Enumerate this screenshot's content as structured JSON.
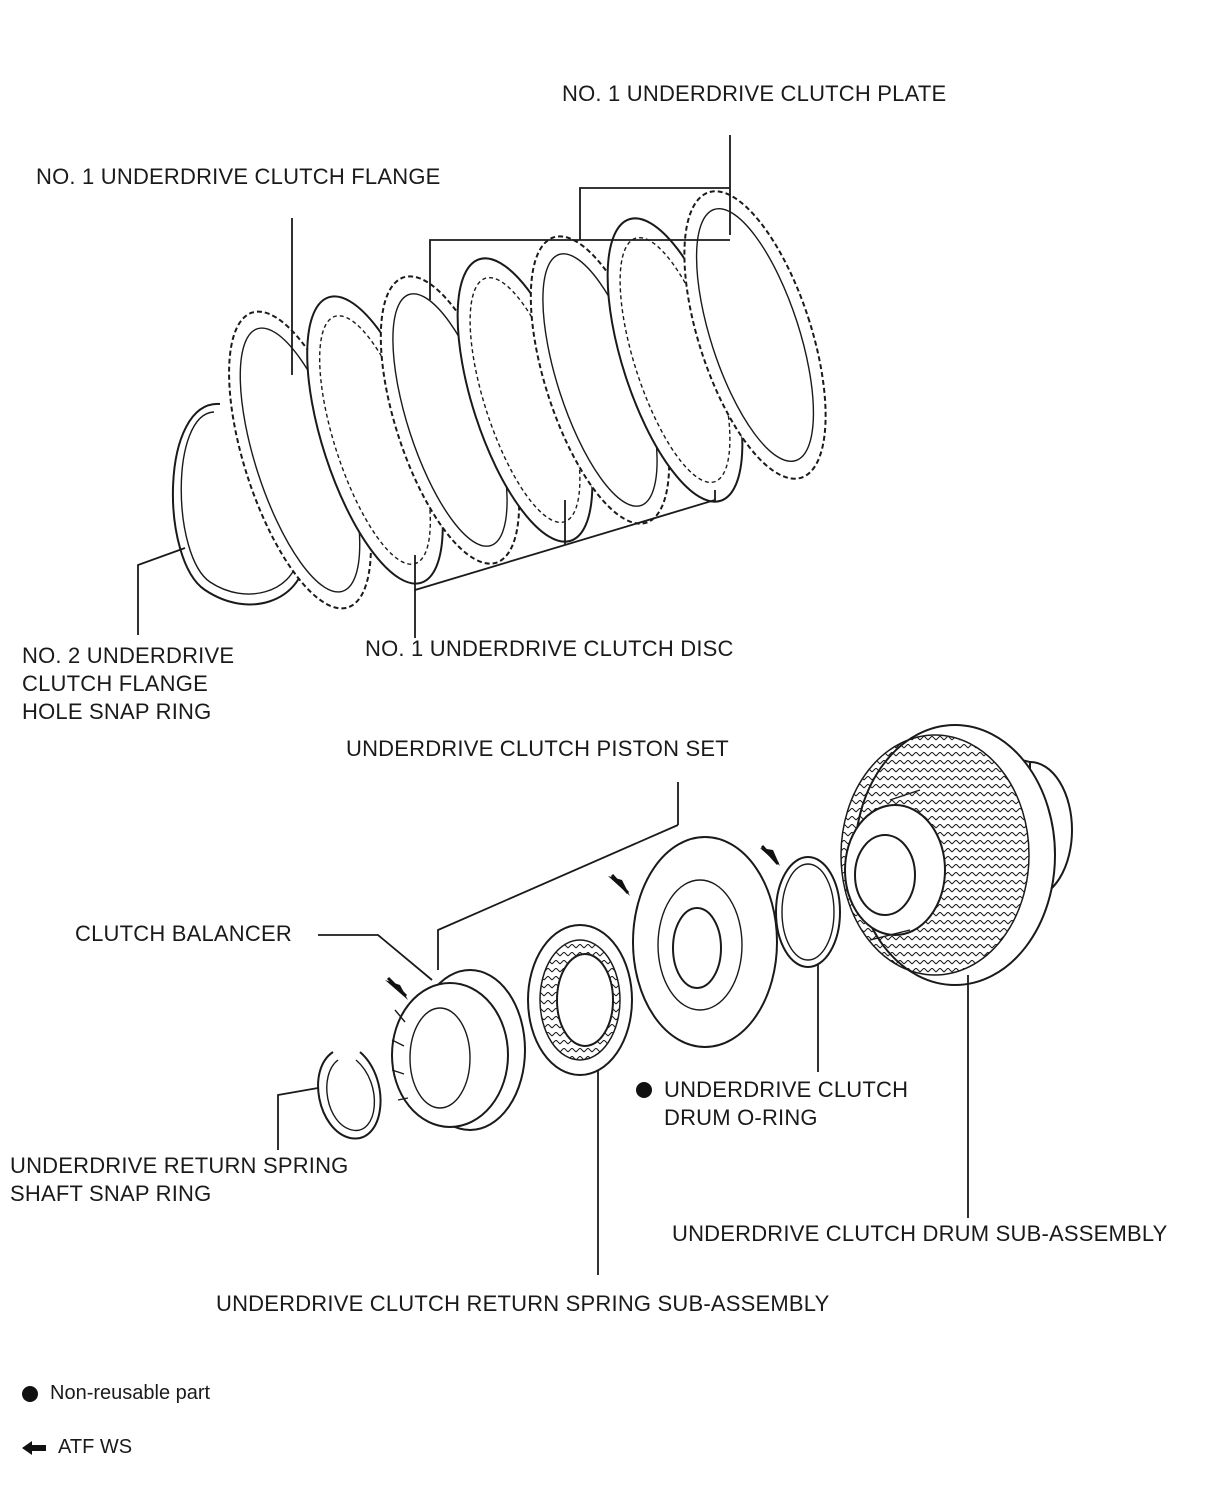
{
  "labels": {
    "plate": "NO. 1 UNDERDRIVE CLUTCH PLATE",
    "flange": "NO. 1 UNDERDRIVE CLUTCH FLANGE",
    "snap_ring_2_line1": "NO. 2 UNDERDRIVE",
    "snap_ring_2_line2": "CLUTCH FLANGE",
    "snap_ring_2_line3": "HOLE SNAP RING",
    "disc": "NO. 1 UNDERDRIVE CLUTCH DISC",
    "piston_set": "UNDERDRIVE CLUTCH PISTON SET",
    "balancer": "CLUTCH BALANCER",
    "o_ring_line1": "UNDERDRIVE CLUTCH",
    "o_ring_line2": "DRUM O-RING",
    "return_snap_line1": "UNDERDRIVE RETURN SPRING",
    "return_snap_line2": "SHAFT SNAP RING",
    "drum": "UNDERDRIVE CLUTCH DRUM SUB-ASSEMBLY",
    "return_spring": "UNDERDRIVE CLUTCH RETURN SPRING SUB-ASSEMBLY"
  },
  "legend": {
    "non_reusable": "Non-reusable part",
    "atf": "ATF WS"
  },
  "icons": {
    "non_reusable": "filled-circle-icon",
    "atf": "arrow-left-icon"
  }
}
